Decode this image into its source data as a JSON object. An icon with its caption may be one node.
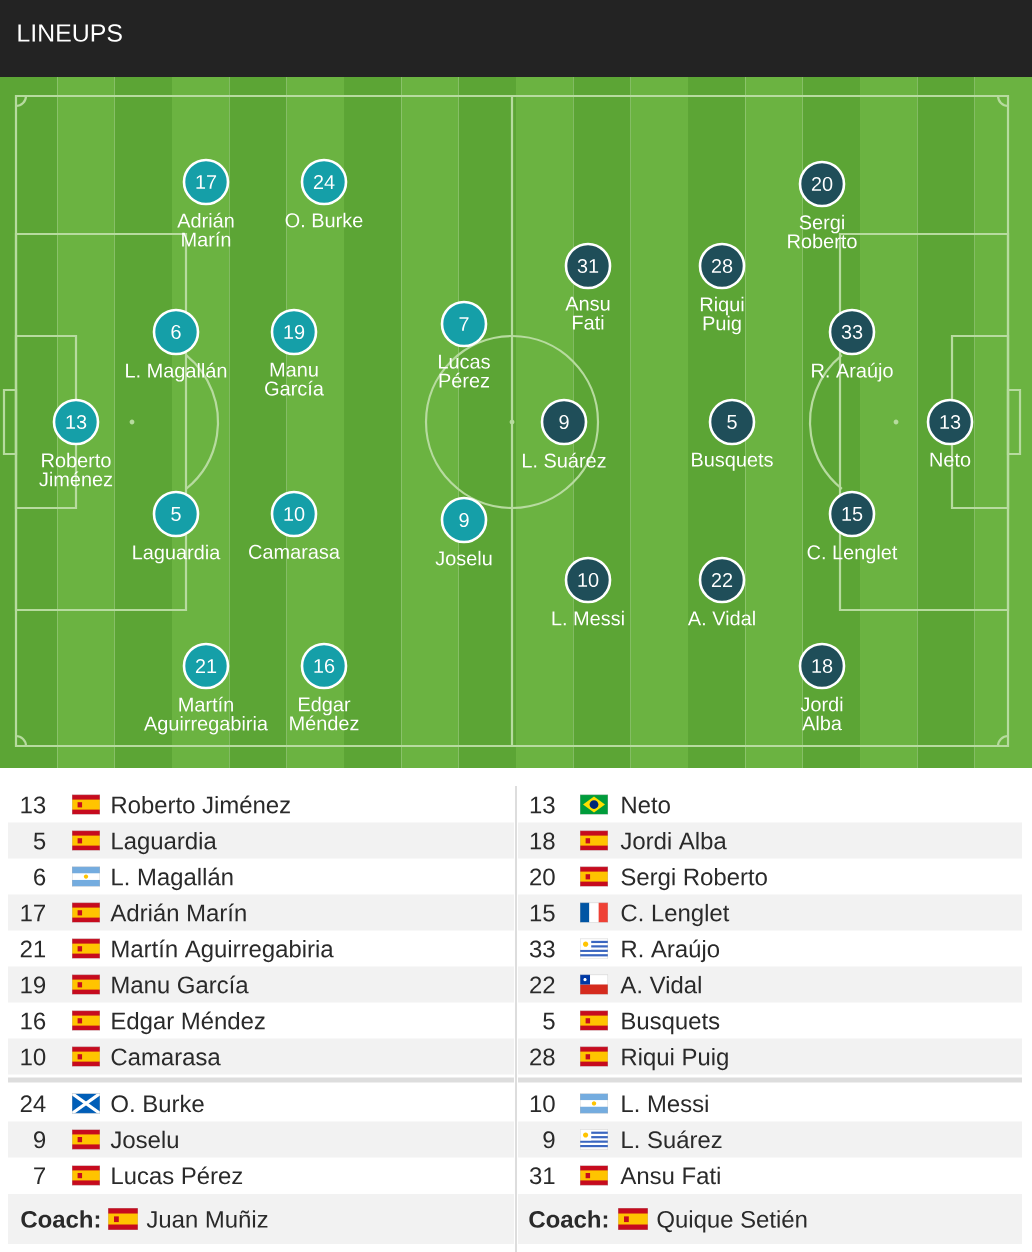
{
  "diagram": {
    "title": "LINEUPS",
    "nodes": [
      {
        "text": [
          "13",
          "Roberto Jiménez"
        ]
      },
      {
        "text": [
          "17",
          "Adrián Marín"
        ]
      },
      {
        "text": [
          "24",
          "O. Burke"
        ]
      },
      {
        "text": [
          "6",
          "L. Magallán"
        ]
      },
      {
        "text": [
          "19",
          "Manu García"
        ]
      },
      {
        "text": [
          "5",
          "Laguardia"
        ]
      },
      {
        "text": [
          "10",
          "Camarasa"
        ]
      },
      {
        "text": [
          "21",
          "Martín Aguirregabiria"
        ]
      },
      {
        "text": [
          "16",
          "Edgar Méndez"
        ]
      },
      {
        "text": [
          "7",
          "Lucas Pérez"
        ]
      },
      {
        "text": [
          "9",
          "Joselu"
        ]
      },
      {
        "text": [
          "13",
          "Neto"
        ]
      },
      {
        "text": [
          "20",
          "Sergi Roberto"
        ]
      },
      {
        "text": [
          "33",
          "R. Araújo"
        ]
      },
      {
        "text": [
          "15",
          "C. Lenglet"
        ]
      },
      {
        "text": [
          "18",
          "Jordi Alba"
        ]
      },
      {
        "text": [
          "31",
          "Ansu Fati"
        ]
      },
      {
        "text": [
          "28",
          "Riqui Puig"
        ]
      },
      {
        "text": [
          "5",
          "Busquets"
        ]
      },
      {
        "text": [
          "10",
          "L. Messi"
        ]
      },
      {
        "text": [
          "22",
          "A. Vidal"
        ]
      },
      {
        "text": [
          "9",
          "L. Suárez"
        ]
      }
    ],
    "labels": [
      "13",
      "Roberto Jiménez",
      "13",
      "Neto",
      "5",
      "Laguardia",
      "18",
      "Jordi Alba",
      "6",
      "L. Magallán",
      "20",
      "Sergi Roberto",
      "17",
      "Adrián Marín",
      "15",
      "C. Lenglet",
      "21",
      "Martín Aguirregabiria",
      "33",
      "R. Araújo",
      "19",
      "Manu García",
      "22",
      "A. Vidal",
      "16",
      "Edgar Méndez",
      "5",
      "Busquets",
      "10",
      "Camarasa",
      "28",
      "Riqui Puig",
      "24",
      "O. Burke",
      "10",
      "L. Messi",
      "9",
      "Joselu",
      "9",
      "L. Suárez",
      "7",
      "Lucas Pérez",
      "31",
      "Ansu Fati",
      "Coach:",
      "Juan Muñiz",
      "Coach:",
      "Quique Setién"
    ]
  }
}
